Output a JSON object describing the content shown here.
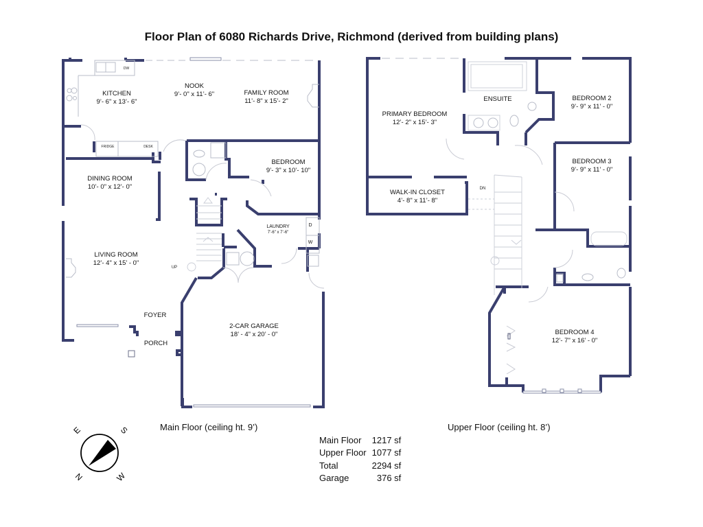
{
  "title": "Floor Plan of 6080 Richards Drive, Richmond (derived from building plans)",
  "main_floor": {
    "caption": "Main Floor (ceiling ht. 9’)",
    "rooms": [
      {
        "name": "KITCHEN",
        "dims": "9’- 6\" x 13’- 6\""
      },
      {
        "name": "NOOK",
        "dims": "9’- 0\" x 11’- 6\""
      },
      {
        "name": "FAMILY ROOM",
        "dims": "11’- 8\" x 15’- 2\""
      },
      {
        "name": "DINING ROOM",
        "dims": "10’- 0\" x 12’- 0\""
      },
      {
        "name": "BEDROOM",
        "dims": "9’- 3\" x 10’- 10\""
      },
      {
        "name": "LAUNDRY",
        "dims": "7’-6\" x 7’-6\""
      },
      {
        "name": "LIVING ROOM",
        "dims": "12’- 4\" x 15’ - 0\""
      },
      {
        "name": "FOYER",
        "dims": ""
      },
      {
        "name": "PORCH",
        "dims": ""
      },
      {
        "name": "2-CAR GARAGE",
        "dims": "18’ - 4\" x 20’ - 0\""
      }
    ],
    "fixtures": {
      "dw": "DW",
      "fridge": "FRIDGE",
      "desk": "DESK",
      "dryer": "D",
      "washer": "W",
      "stairs": "UP"
    }
  },
  "upper_floor": {
    "caption": "Upper Floor (ceiling ht. 8’)",
    "rooms": [
      {
        "name": "PRIMARY BEDROOM",
        "dims": "12’- 2\" x 15’- 3\""
      },
      {
        "name": "ENSUITE",
        "dims": ""
      },
      {
        "name": "BEDROOM 2",
        "dims": "9’- 9\" x 11’ - 0\""
      },
      {
        "name": "BEDROOM 3",
        "dims": "9’- 9\" x 11’ - 0\""
      },
      {
        "name": "WALK-IN CLOSET",
        "dims": "4’- 8\" x 11’- 8\""
      },
      {
        "name": "BEDROOM 4",
        "dims": "12’- 7\" x 16’ - 0\""
      }
    ],
    "fixtures": {
      "stairs": "DN"
    }
  },
  "areas": [
    {
      "label": "Main Floor",
      "value": "1217 sf"
    },
    {
      "label": "Upper Floor",
      "value": "1077 sf"
    },
    {
      "label": "Total",
      "value": "2294 sf"
    },
    {
      "label": "Garage",
      "value": "376 sf"
    }
  ],
  "compass": {
    "top_left": "E",
    "top_right": "S",
    "bottom_left": "N",
    "bottom_right": "W"
  },
  "colors": {
    "wall": "#3a3f6e",
    "fixture": "#b8bcc8",
    "text": "#111111"
  }
}
